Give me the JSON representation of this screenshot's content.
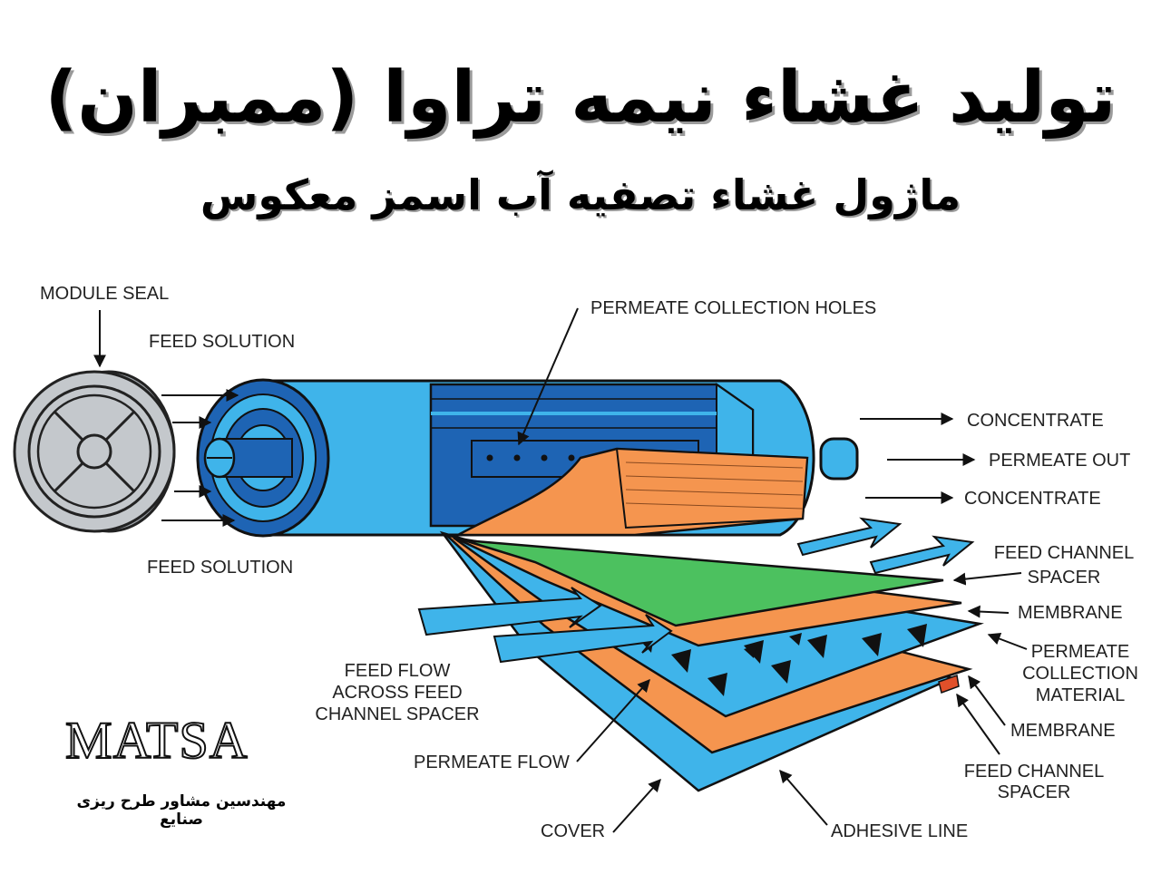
{
  "title": "تولید غشاء نیمه تراوا (ممبران)",
  "subtitle": "ماژول غشاء تصفیه آب اسمز معکوس",
  "labels": {
    "module_seal": "MODULE SEAL",
    "feed_solution_top": "FEED SOLUTION",
    "feed_solution_bottom": "FEED SOLUTION",
    "permeate_collection_holes": "PERMEATE COLLECTION HOLES",
    "concentrate_top": "CONCENTRATE",
    "permeate_out": "PERMEATE OUT",
    "concentrate_bottom": "CONCENTRATE",
    "feed_channel_spacer_top": [
      "FEED CHANNEL",
      "SPACER"
    ],
    "membrane_top": "MEMBRANE",
    "permeate_collection_material": [
      "PERMEATE",
      "COLLECTION",
      "MATERIAL"
    ],
    "membrane_bottom": "MEMBRANE",
    "feed_channel_spacer_bottom": [
      "FEED CHANNEL",
      "SPACER"
    ],
    "feed_flow": [
      "FEED FLOW",
      "ACROSS FEED",
      "CHANNEL SPACER"
    ],
    "permeate_flow": "PERMEATE FLOW",
    "cover": "COVER",
    "adhesive_line": "ADHESIVE LINE"
  },
  "brand": {
    "name": "MATSA",
    "tagline": "مهندسین مشاور طرح ریزی صنایع"
  },
  "colors": {
    "light_blue": "#3fb4ea",
    "dark_blue": "#1e64b4",
    "orange": "#f5954f",
    "green": "#4cc15f",
    "grey": "#c4c8cc"
  }
}
